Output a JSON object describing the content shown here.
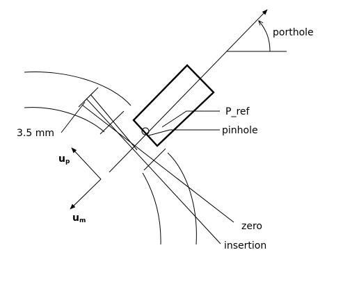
{
  "labels": {
    "porthole": "porthole",
    "p_ref": "P_ref",
    "pinhole": "pinhole",
    "dimension": "3.5 mm",
    "zero": "zero",
    "insertion": "insertion",
    "u_p_base": "u",
    "u_p_sub": "p",
    "u_m_base": "u",
    "u_m_sub": "m"
  }
}
